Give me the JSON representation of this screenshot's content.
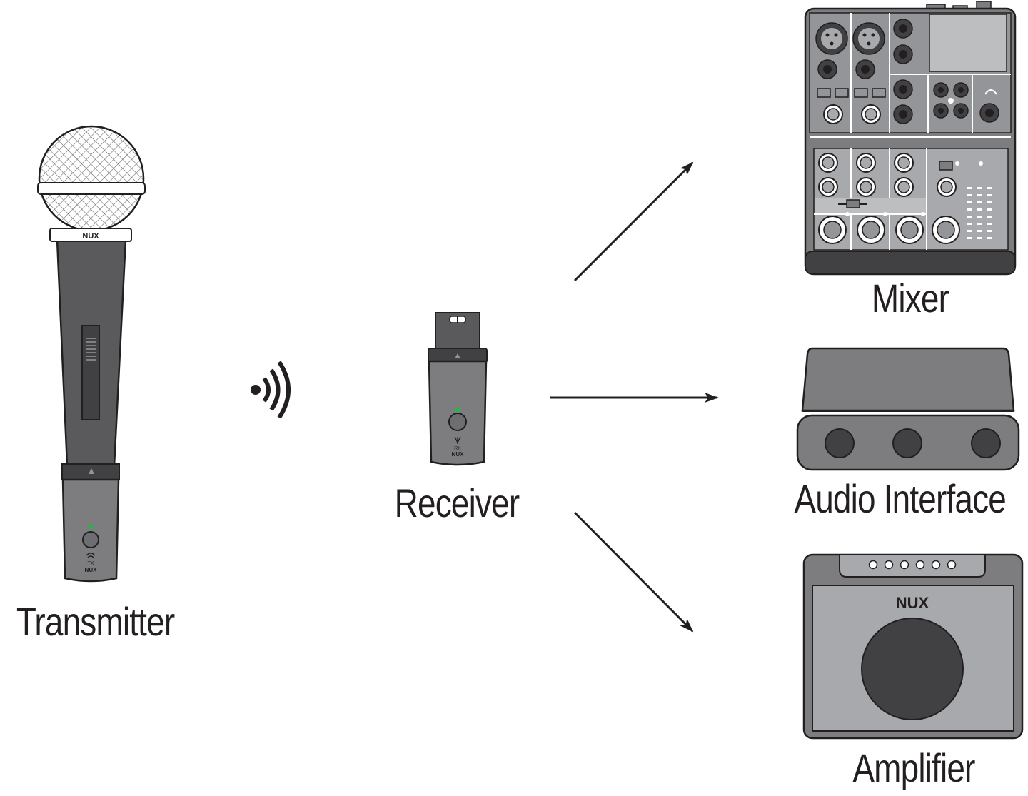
{
  "labels": {
    "transmitter": "Transmitter",
    "receiver": "Receiver",
    "mixer": "Mixer",
    "audio_interface": "Audio Interface",
    "amplifier": "Amplifier"
  },
  "branding": {
    "mic_logo": "NUX",
    "transmitter_logo": "NUX",
    "transmitter_tag": "TX",
    "receiver_logo": "NUX",
    "receiver_tag": "RX",
    "amp_logo": "NUX"
  },
  "colors": {
    "outline": "#231f20",
    "body_dark": "#5a5a5c",
    "body_mid": "#7d7d80",
    "body_light": "#a7a9ac",
    "panel": "#939598",
    "led_green": "#2bb24c",
    "speaker": "#414042"
  }
}
